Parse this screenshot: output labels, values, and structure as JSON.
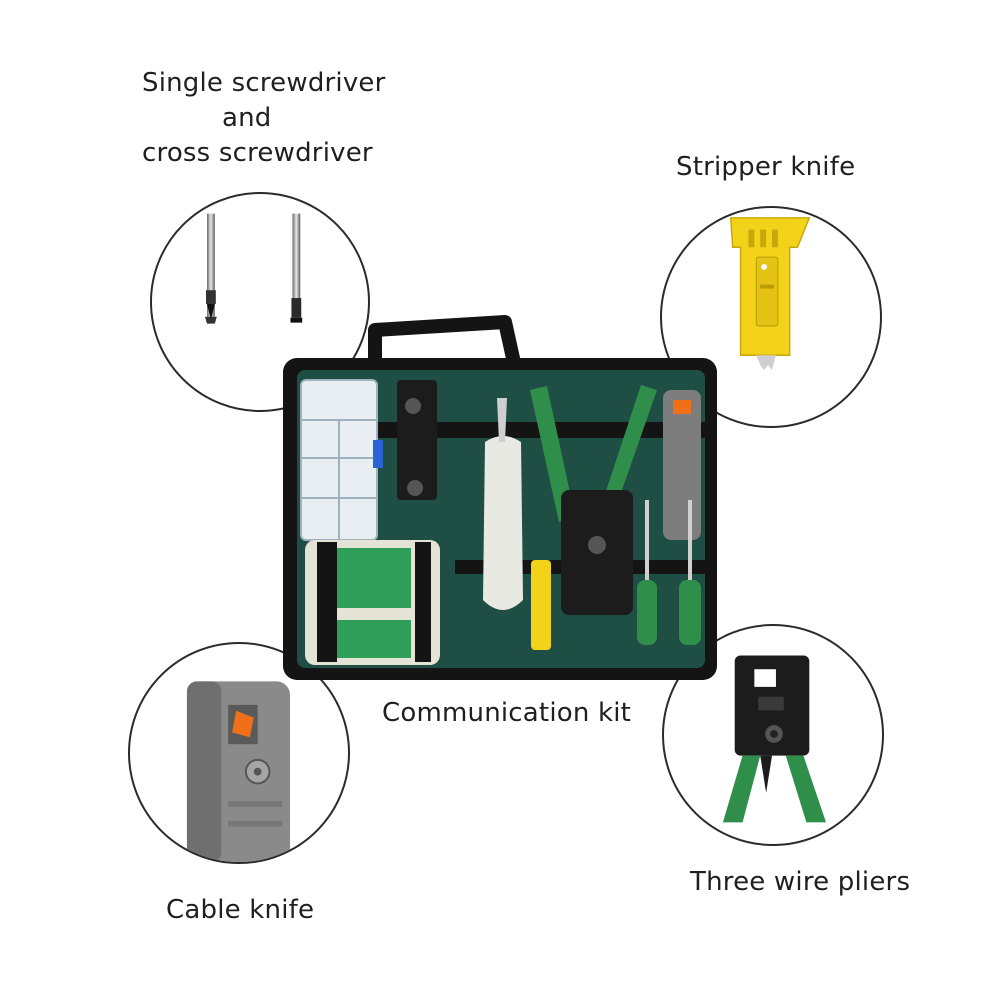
{
  "labels": {
    "screwdriver_line1": "Single screwdriver",
    "screwdriver_line2": "and",
    "screwdriver_line3": "cross screwdriver",
    "stripper_knife": "Stripper knife",
    "communication_kit": "Communication kit",
    "cable_knife": "Cable knife",
    "three_wire_pliers": "Three wire pliers"
  },
  "colors": {
    "bag_black": "#141414",
    "bag_green": "#1f4e44",
    "tool_green": "#2f8f4a",
    "tool_yellow": "#f2d31a",
    "cable_knife_gray": "#8a8a8a",
    "cable_knife_orange": "#f0701a"
  }
}
